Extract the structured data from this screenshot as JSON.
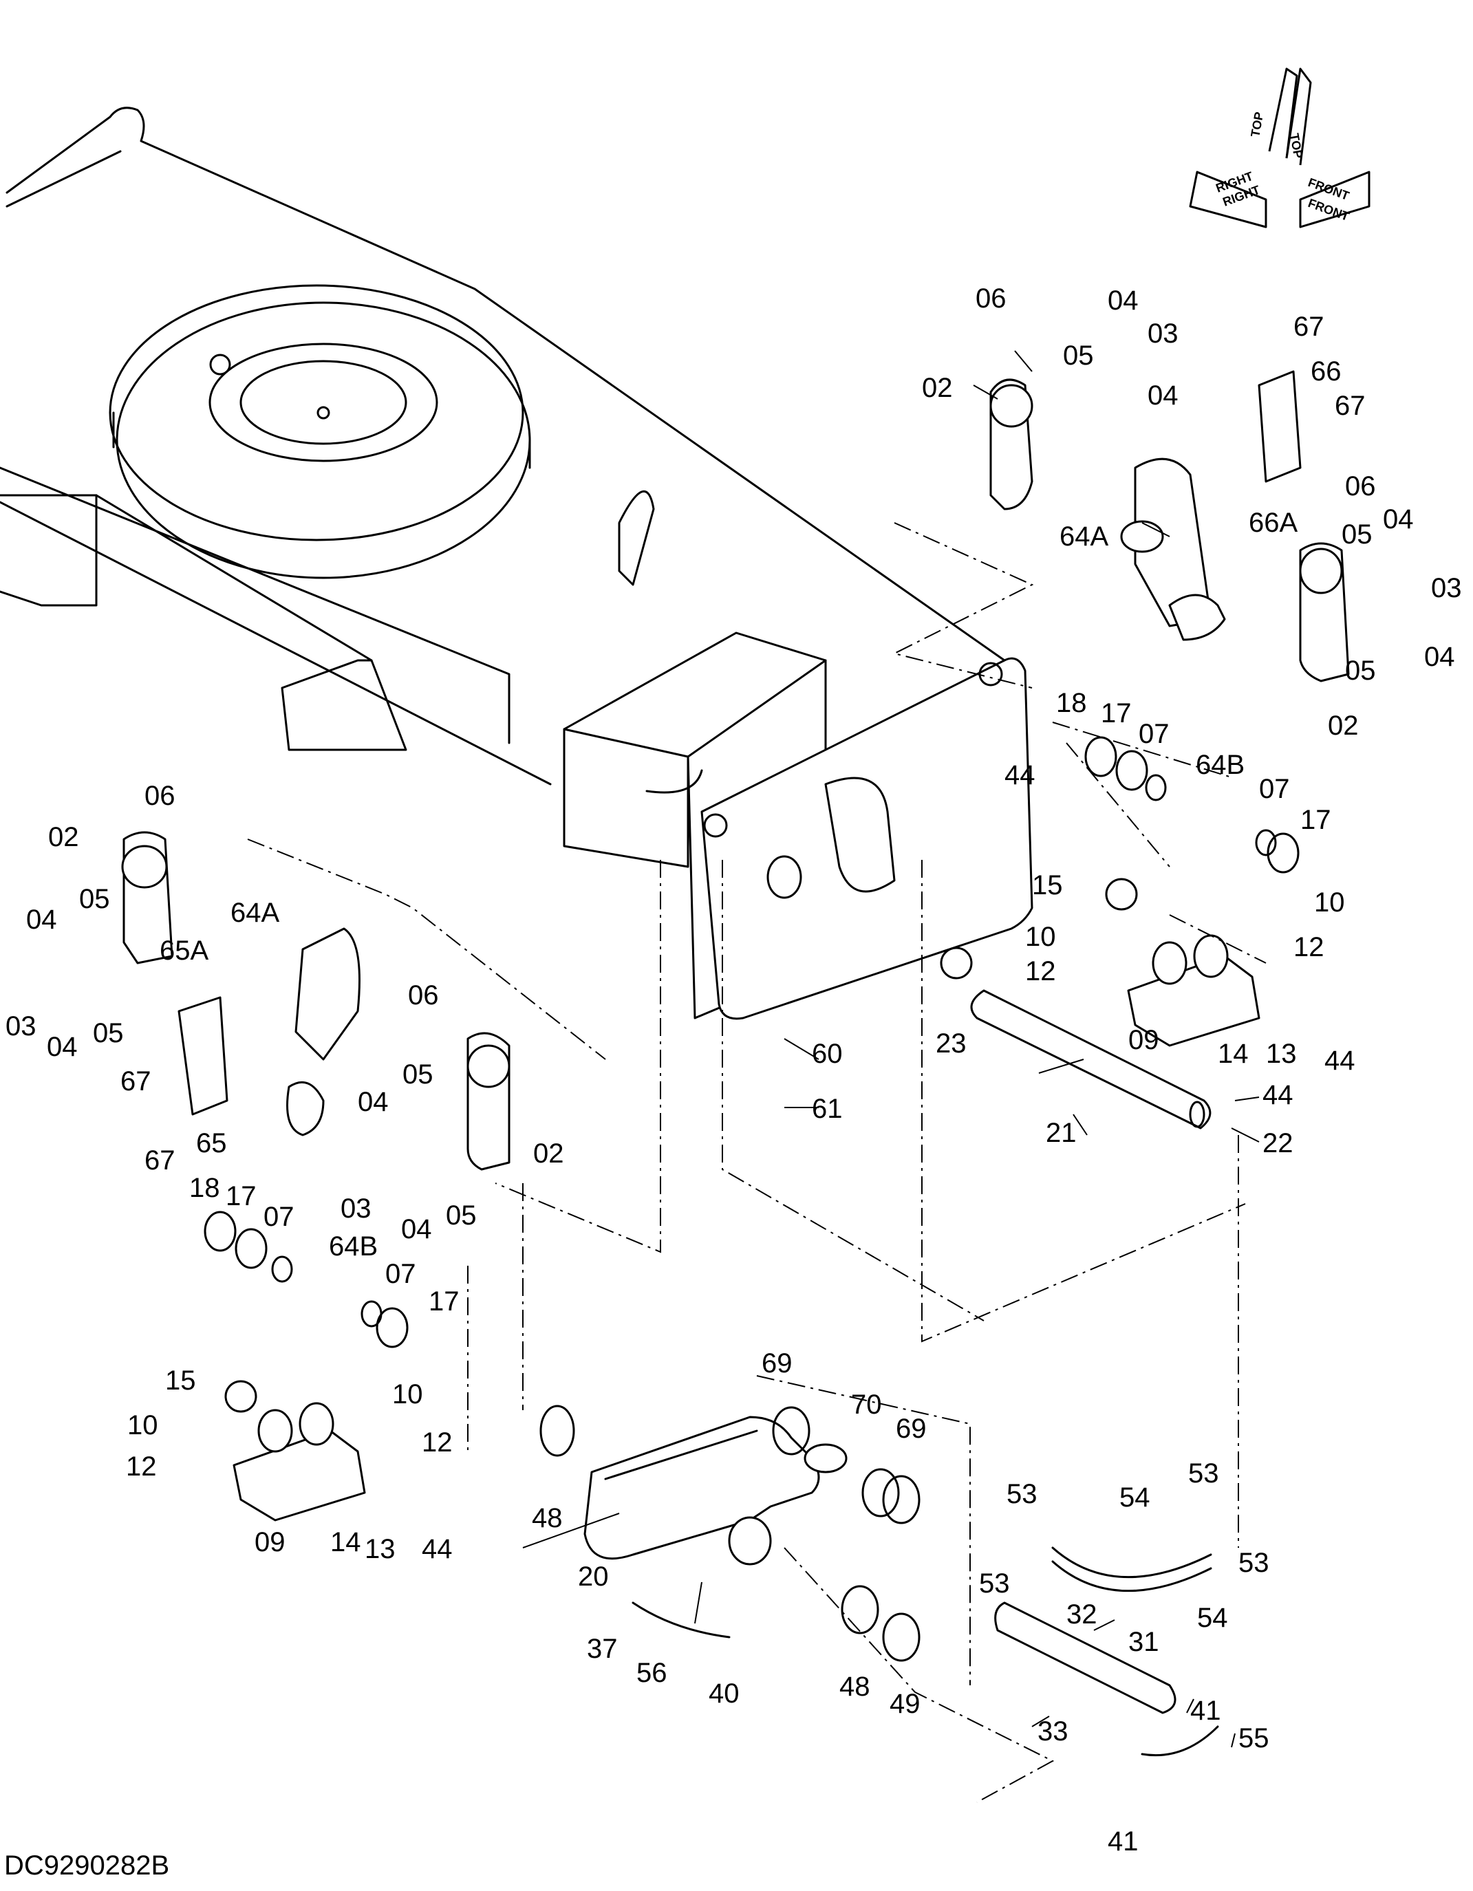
{
  "drawing": {
    "code": "DC9290282B",
    "orientation_labels": [
      "TOP",
      "TOP",
      "RIGHT",
      "RIGHT",
      "FRONT",
      "FRONT"
    ]
  },
  "callouts": [
    "06",
    "04",
    "03",
    "02",
    "05",
    "04",
    "67",
    "66",
    "67",
    "64A",
    "66A",
    "06",
    "05",
    "04",
    "03",
    "05",
    "04",
    "02",
    "18",
    "17",
    "07",
    "64B",
    "07",
    "17",
    "44",
    "15",
    "10",
    "10",
    "12",
    "12",
    "09",
    "14",
    "13",
    "44",
    "23",
    "60",
    "61",
    "21",
    "44",
    "22",
    "06",
    "02",
    "05",
    "04",
    "64A",
    "65A",
    "03",
    "04",
    "05",
    "67",
    "65",
    "67",
    "06",
    "05",
    "04",
    "02",
    "03",
    "04",
    "05",
    "18",
    "17",
    "07",
    "64B",
    "07",
    "17",
    "15",
    "10",
    "10",
    "12",
    "12",
    "09",
    "14",
    "13",
    "44",
    "69",
    "70",
    "69",
    "48",
    "20",
    "53",
    "53",
    "54",
    "53",
    "53",
    "54",
    "32",
    "31",
    "37",
    "56",
    "40",
    "48",
    "49",
    "41",
    "55",
    "33",
    "41"
  ]
}
